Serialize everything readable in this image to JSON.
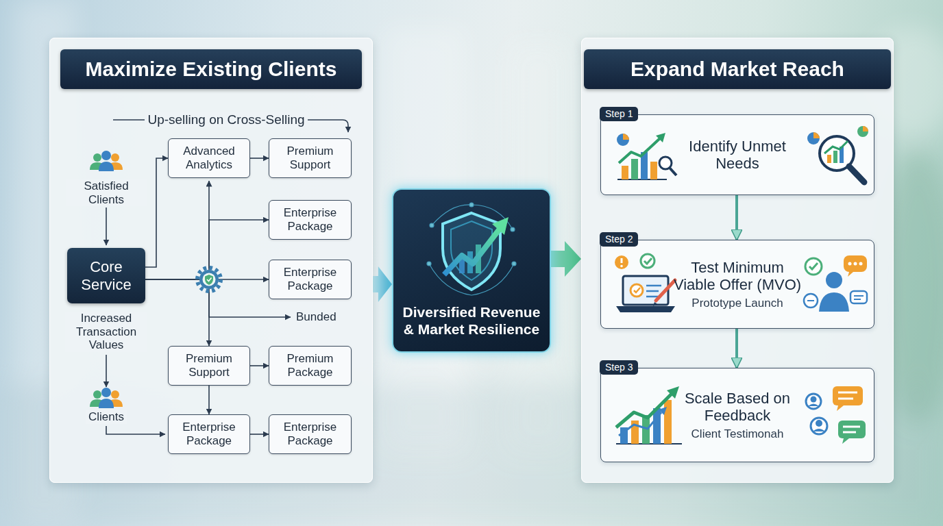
{
  "diagram": {
    "nodes": [
      {
        "text": [
          "Maximize Existing Clients"
        ]
      },
      {
        "text": [
          "Advanced Analytics"
        ],
        "in": 0
      },
      {
        "text": [
          "Premium Support"
        ],
        "in": 0
      },
      {
        "text": [
          "Enterprise Package"
        ],
        "in": 0
      },
      {
        "text": [
          "Core Service"
        ],
        "in": 0
      },
      {
        "text": [
          "Enterprise Package"
        ],
        "in": 0
      },
      {
        "text": [
          "Premium Support"
        ],
        "in": 0
      },
      {
        "text": [
          "Premium Package"
        ],
        "in": 0
      },
      {
        "text": [
          "Enterprise Package"
        ],
        "in": 0
      },
      {
        "text": [
          "Enterprise Package"
        ],
        "in": 0
      },
      {
        "text": [
          "Diversified Revenue & Market Resilience"
        ]
      },
      {
        "text": [
          "Expand Market Reach"
        ]
      },
      {
        "text": [
          "Step 1",
          "Identify Unmet Needs"
        ],
        "in": 11
      },
      {
        "text": [
          "Step 2",
          "Test Minimum Viable Offer (MVO)",
          "Prototype Launch"
        ],
        "in": 11
      },
      {
        "text": [
          "Step 3",
          "Scale Based on Feedback",
          "Client Testimonah"
        ],
        "in": 11
      }
    ],
    "edges": [
      {
        "from": 4,
        "to": 1,
        "arrow": "to"
      },
      {
        "from": 4,
        "to": 3,
        "arrow": "to"
      },
      {
        "from": 4,
        "to": 5,
        "arrow": "to"
      },
      {
        "from": 4,
        "to": 6,
        "arrow": "to"
      },
      {
        "from": 1,
        "to": 2,
        "arrow": "to"
      },
      {
        "from": 6,
        "to": 7,
        "arrow": "to"
      },
      {
        "from": 6,
        "to": 8,
        "arrow": "to"
      },
      {
        "from": 8,
        "to": 9,
        "arrow": "to"
      },
      {
        "from": 0,
        "to": 10,
        "arrow": "to"
      },
      {
        "from": 10,
        "to": 11,
        "arrow": "to"
      },
      {
        "from": 12,
        "to": 13,
        "arrow": "to"
      },
      {
        "from": 13,
        "to": 14,
        "arrow": "to"
      }
    ],
    "labels": [
      "Up-selling on Cross-Selling",
      "Satisfied Clients",
      "Increased Transaction Values",
      "Clients",
      "Bunded"
    ]
  }
}
